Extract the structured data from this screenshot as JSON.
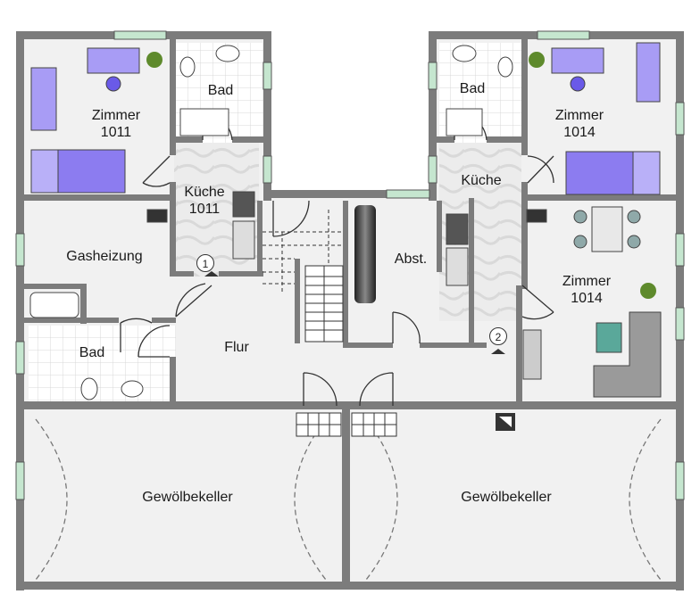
{
  "rooms": {
    "zimmer_1011": "Zimmer\n1011",
    "bad_top_left": "Bad",
    "kueche_1011": "Küche\n1011",
    "gasheizung": "Gasheizung",
    "bad_left": "Bad",
    "flur": "Flur",
    "abst": "Abst.",
    "bad_top_right": "Bad",
    "kueche_right": "Küche",
    "zimmer_1014_top": "Zimmer\n1014",
    "zimmer_1014_right": "Zimmer\n1014",
    "gewoelbekeller_left": "Gewölbekeller",
    "gewoelbekeller_right": "Gewölbekeller"
  },
  "markers": {
    "entrance_1": "1",
    "entrance_2": "2"
  },
  "colors": {
    "wall": "#7c7c7c",
    "floor": "#f1f1f1",
    "tile": "#ffffff",
    "tile_line": "#d3d3d3",
    "bed": "#8c7cf0",
    "window": "#c5e6cf"
  }
}
